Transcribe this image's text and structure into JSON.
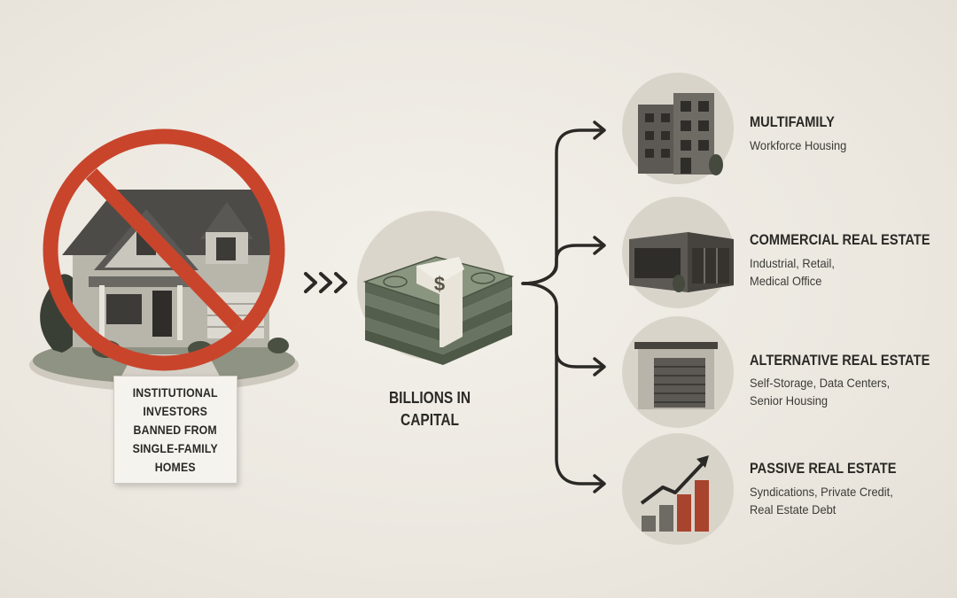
{
  "sign": {
    "text": "INSTITUTIONAL\nINVESTORS\nBANNED FROM\nSINGLE-FAMILY\nHOMES"
  },
  "capital": {
    "label": "BILLIONS IN\nCAPITAL"
  },
  "money_symbol": "$",
  "destinations": [
    {
      "title": "MULTIFAMILY",
      "description": "Workforce Housing",
      "icon": "apartment-building-icon"
    },
    {
      "title": "COMMERCIAL REAL ESTATE",
      "description": "Industrial, Retail,\nMedical Office",
      "icon": "storefront-icon"
    },
    {
      "title": "ALTERNATIVE REAL ESTATE",
      "description": "Self-Storage, Data Centers,\nSenior Housing",
      "icon": "storage-unit-icon"
    },
    {
      "title": "PASSIVE REAL ESTATE",
      "description": "Syndications, Private Credit,\nReal Estate Debt",
      "icon": "growth-chart-icon"
    }
  ],
  "colors": {
    "prohibition_red": "#c8452c",
    "ink": "#2b2926",
    "money_green": "#5e6b55",
    "background": "#efebe4"
  }
}
